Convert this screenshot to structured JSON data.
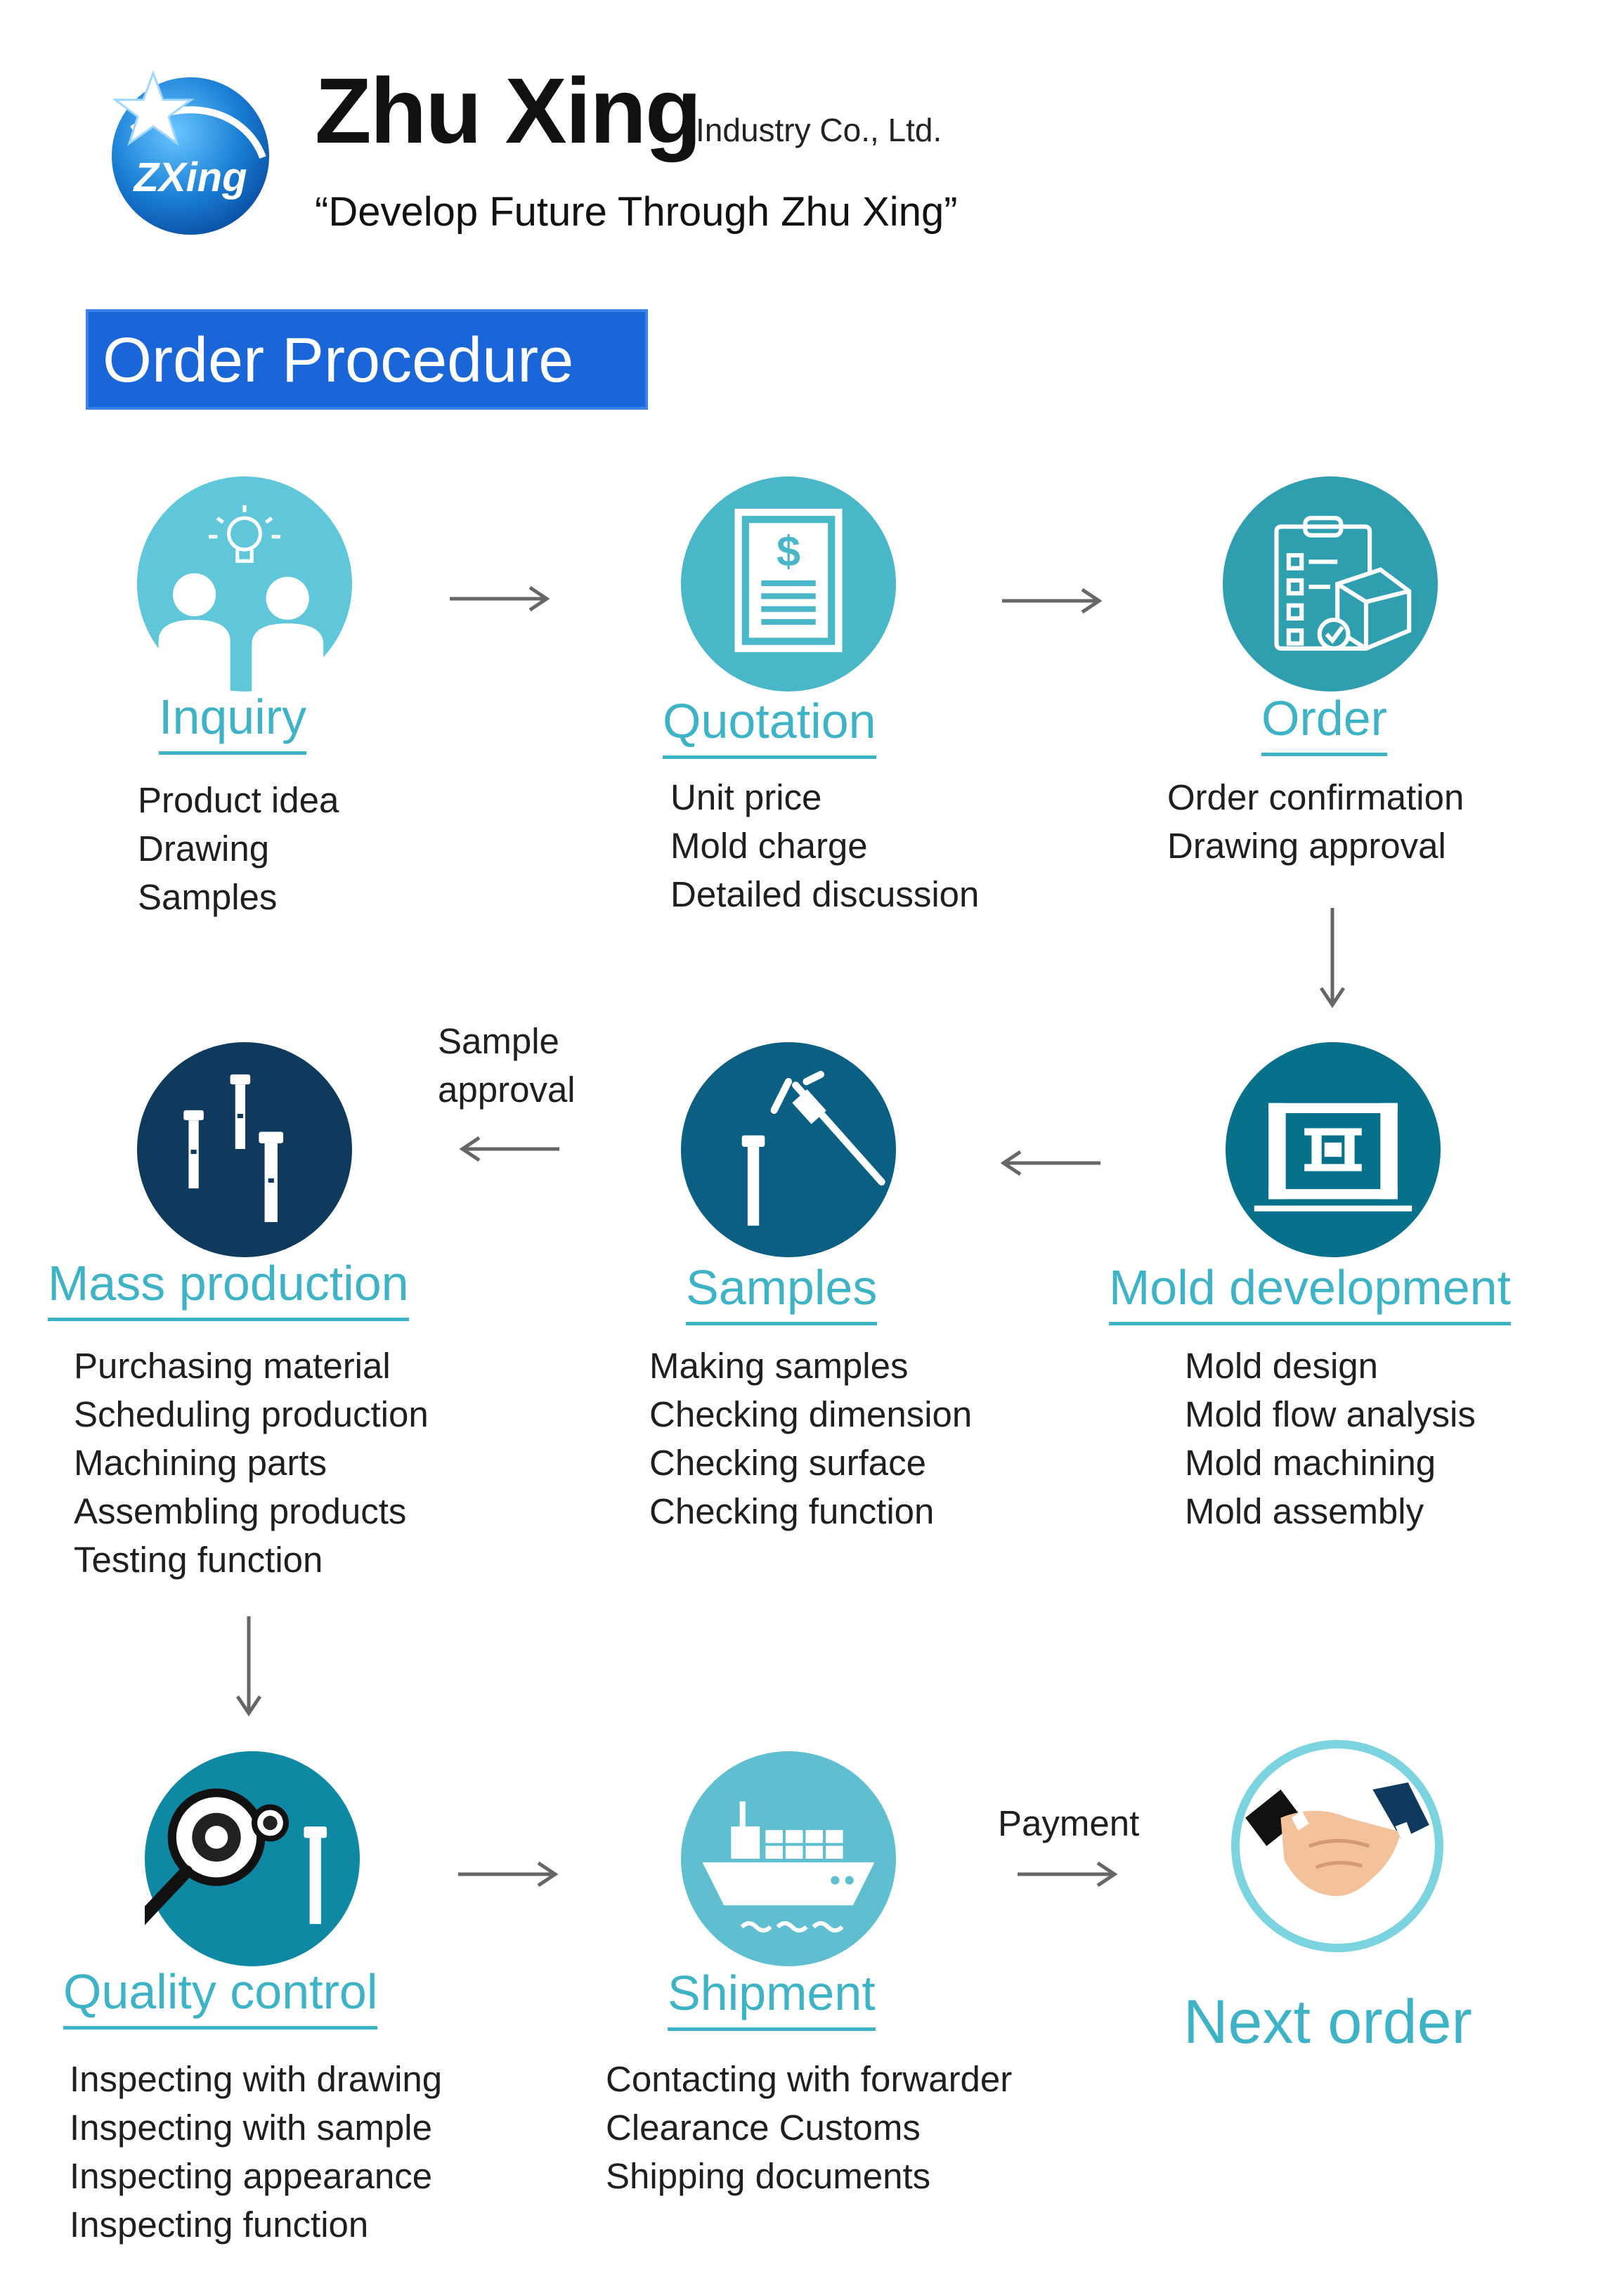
{
  "header": {
    "logo_text": "ZXing",
    "brand": "Zhu Xing",
    "brand_sub": "Industry Co., Ltd.",
    "tagline": "“Develop Future Through Zhu Xing”",
    "title": "Order Procedure"
  },
  "colors": {
    "accent": "#3fb3c6",
    "title_box": "#1a66d8",
    "circle_light": "#5fc7d9",
    "circle_mid": "#2f9fb0",
    "circle_dark": "#0f3a5e",
    "circle_navy": "#063457"
  },
  "steps": {
    "inquiry": {
      "title": "Inquiry",
      "items": [
        "Product idea",
        "Drawing",
        "Samples"
      ]
    },
    "quotation": {
      "title": "Quotation",
      "items": [
        "Unit price",
        "Mold charge",
        "Detailed discussion"
      ]
    },
    "order": {
      "title": "Order",
      "items": [
        "Order confirmation",
        "Drawing approval"
      ]
    },
    "mold": {
      "title": "Mold development",
      "items": [
        "Mold design",
        "Mold flow analysis",
        "Mold machining",
        "Mold assembly"
      ]
    },
    "samples": {
      "title": "Samples",
      "items": [
        "Making samples",
        "Checking dimension",
        "Checking surface",
        "Checking function"
      ]
    },
    "mass": {
      "title": "Mass production",
      "items": [
        "Purchasing material",
        "Scheduling production",
        "Machining parts",
        "Assembling products",
        "Testing function"
      ]
    },
    "qc": {
      "title": "Quality control",
      "items": [
        "Inspecting with drawing",
        "Inspecting with sample",
        "Inspecting appearance",
        "Inspecting function"
      ]
    },
    "shipment": {
      "title": "Shipment",
      "items": [
        "Contacting with forwarder",
        "Clearance Customs",
        "Shipping documents"
      ]
    },
    "next": {
      "title": "Next order"
    }
  },
  "arrow_labels": {
    "sample_approval_1": "Sample",
    "sample_approval_2": "approval",
    "payment": "Payment"
  },
  "icons": {
    "inquiry": "idea-people-icon",
    "quotation": "price-document-icon",
    "order": "clipboard-box-icon",
    "mold": "mold-machine-icon",
    "samples": "caliper-part-icon",
    "mass": "parts-icon",
    "qc": "magnifier-inspect-icon",
    "shipment": "cargo-ship-icon",
    "next": "handshake-icon"
  }
}
